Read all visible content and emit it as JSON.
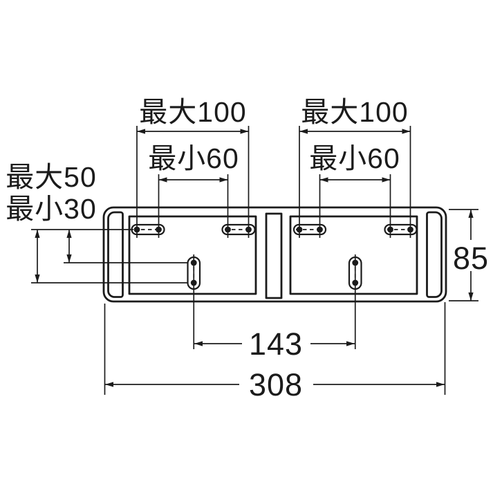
{
  "drawing": {
    "background": "#ffffff",
    "line_color": "#1b1b1b",
    "labels": {
      "plate_span_max_left": "最大100",
      "plate_span_min_left": "最小60",
      "plate_span_max_right": "最大100",
      "plate_span_min_right": "最小60",
      "offset_max": "最大50",
      "offset_min": "最小30",
      "height": "85",
      "center_pitch": "143",
      "overall_width": "308"
    }
  }
}
